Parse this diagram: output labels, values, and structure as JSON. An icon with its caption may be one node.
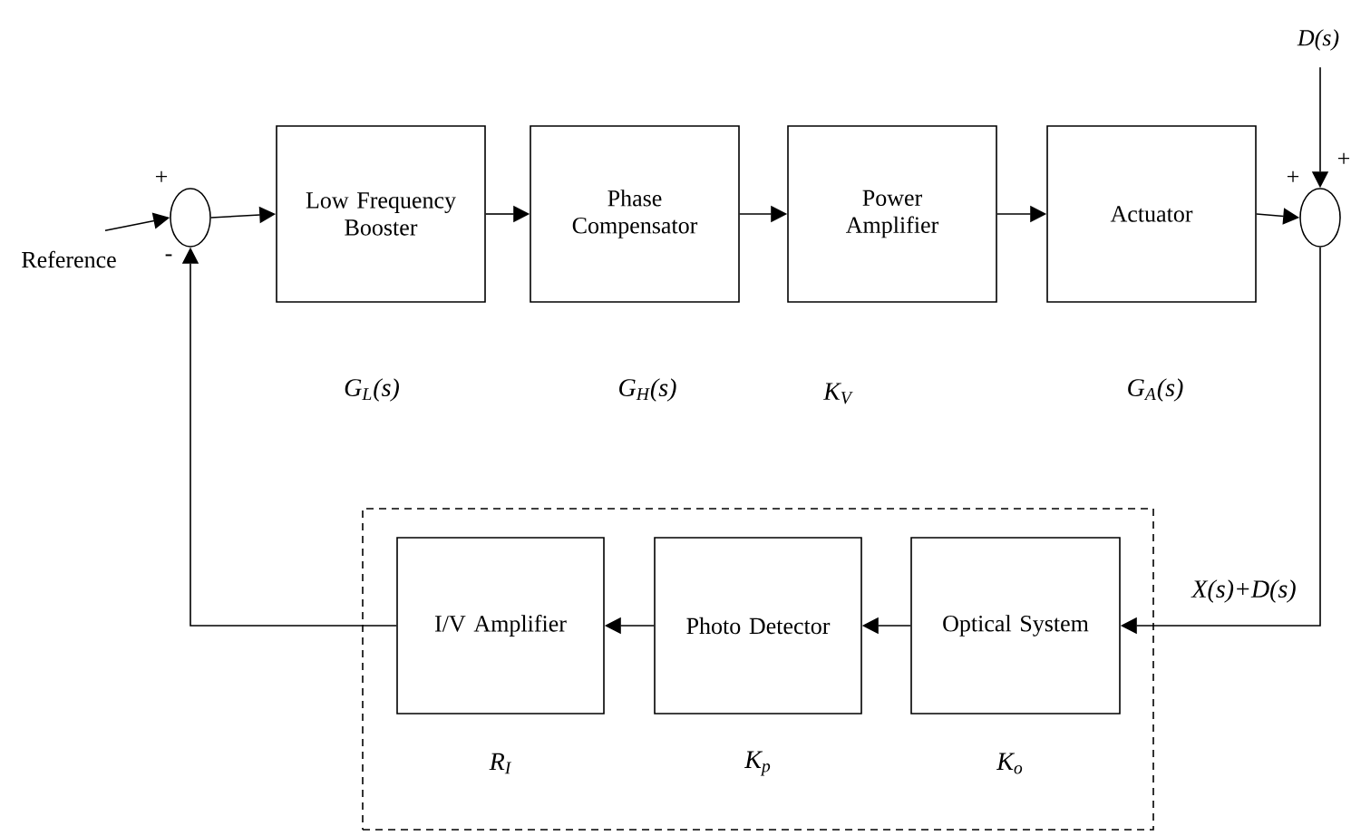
{
  "diagram": {
    "nodes": [
      {
        "text": [
          "Reference"
        ]
      },
      {
        "text": [],
        "shape": "circle"
      },
      {
        "text": [
          "Low Frequency Booster"
        ],
        "beside": [
          "G$_{L}$(s)"
        ]
      },
      {
        "text": [
          "Phase Compensator"
        ],
        "beside": [
          "G$_{H}$(s)"
        ]
      },
      {
        "text": [
          "Power Amplifier"
        ],
        "beside": [
          "K$_{V}$"
        ]
      },
      {
        "text": [
          "Actuator"
        ],
        "beside": [
          "G$_{A}$(s)"
        ]
      },
      {
        "text": [],
        "shape": "circle"
      },
      {
        "text": [
          "D(s)"
        ]
      },
      {
        "text": [],
        "shape": "box"
      },
      {
        "text": [
          "I/V Amplifier"
        ],
        "beside": [
          "R$_{I}$"
        ],
        "in": 8
      },
      {
        "text": [
          "Photo Detector"
        ],
        "beside": [
          "K$_{p}$"
        ],
        "in": 8
      },
      {
        "text": [
          "Optical System"
        ],
        "beside": [
          "K$_{o}$"
        ],
        "in": 8
      }
    ],
    "edges": [
      {
        "from": 0,
        "to": 1,
        "arrow": "to"
      },
      {
        "from": 1,
        "to": 2,
        "arrow": "to"
      },
      {
        "from": 2,
        "to": 3,
        "arrow": "to"
      },
      {
        "from": 3,
        "to": 4,
        "arrow": "to"
      },
      {
        "from": 4,
        "to": 5,
        "arrow": "to"
      },
      {
        "from": 5,
        "to": 6,
        "arrow": "to"
      },
      {
        "from": 7,
        "to": 6,
        "arrow": "to"
      },
      {
        "from": 6,
        "to": 11,
        "arrow": "to",
        "label": "X(s)+D(s)"
      },
      {
        "from": 11,
        "to": 10,
        "arrow": "to"
      },
      {
        "from": 10,
        "to": 9,
        "arrow": "to"
      },
      {
        "from": 9,
        "to": 1,
        "arrow": "to"
      }
    ],
    "labels": [
      "+",
      "-",
      "+",
      "+"
    ]
  }
}
